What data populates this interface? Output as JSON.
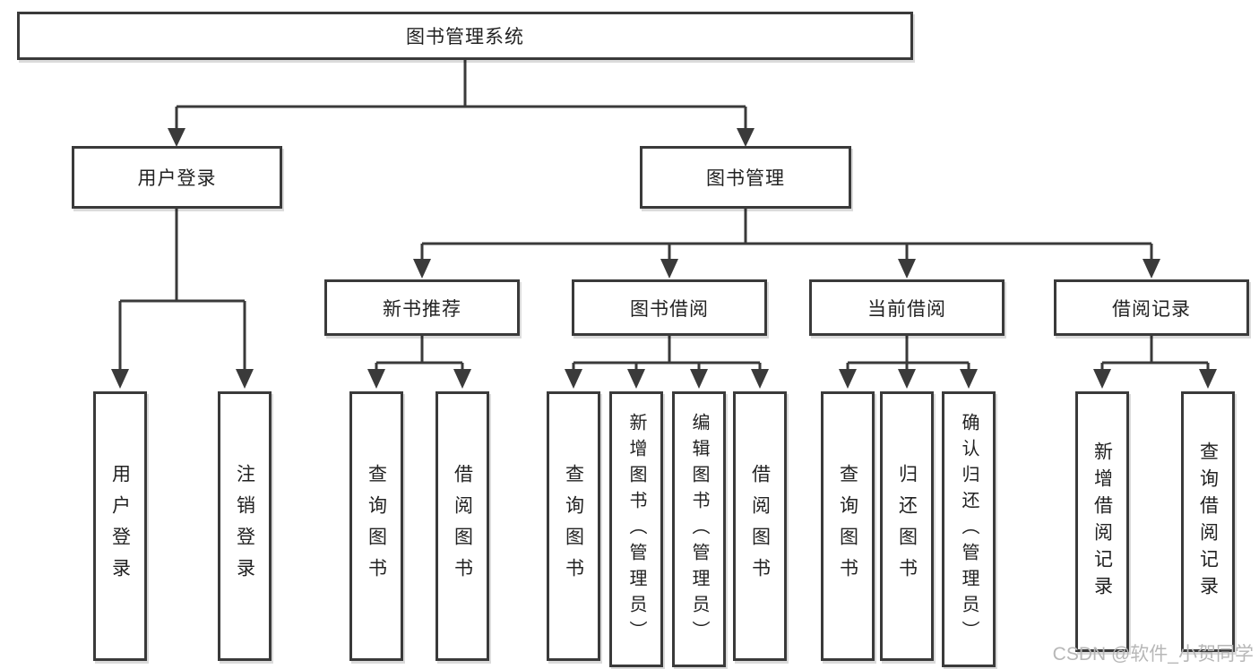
{
  "diagram_title": "图书管理系统",
  "colors": {
    "line": "#3a3a3a",
    "text": "#222222",
    "background": "#ffffff",
    "watermark": "#b7b7b7"
  },
  "watermark": {
    "text": "CSDN @软件_小贺同学"
  },
  "tree": {
    "label": "图书管理系统",
    "children": [
      {
        "label": "用户登录",
        "children": [
          {
            "label": "用户登录"
          },
          {
            "label": "注销登录"
          }
        ]
      },
      {
        "label": "图书管理",
        "children": [
          {
            "label": "新书推荐",
            "children": [
              {
                "label": "查询图书"
              },
              {
                "label": "借阅图书"
              }
            ]
          },
          {
            "label": "图书借阅",
            "children": [
              {
                "label": "查询图书"
              },
              {
                "label": "新增图书（管理员）"
              },
              {
                "label": "编辑图书（管理员）"
              },
              {
                "label": "借阅图书"
              }
            ]
          },
          {
            "label": "当前借阅",
            "children": [
              {
                "label": "查询图书"
              },
              {
                "label": "归还图书"
              },
              {
                "label": "确认归还（管理员）"
              }
            ]
          },
          {
            "label": "借阅记录",
            "children": [
              {
                "label": "新增借阅记录"
              },
              {
                "label": "查询借阅记录"
              }
            ]
          }
        ]
      }
    ]
  }
}
